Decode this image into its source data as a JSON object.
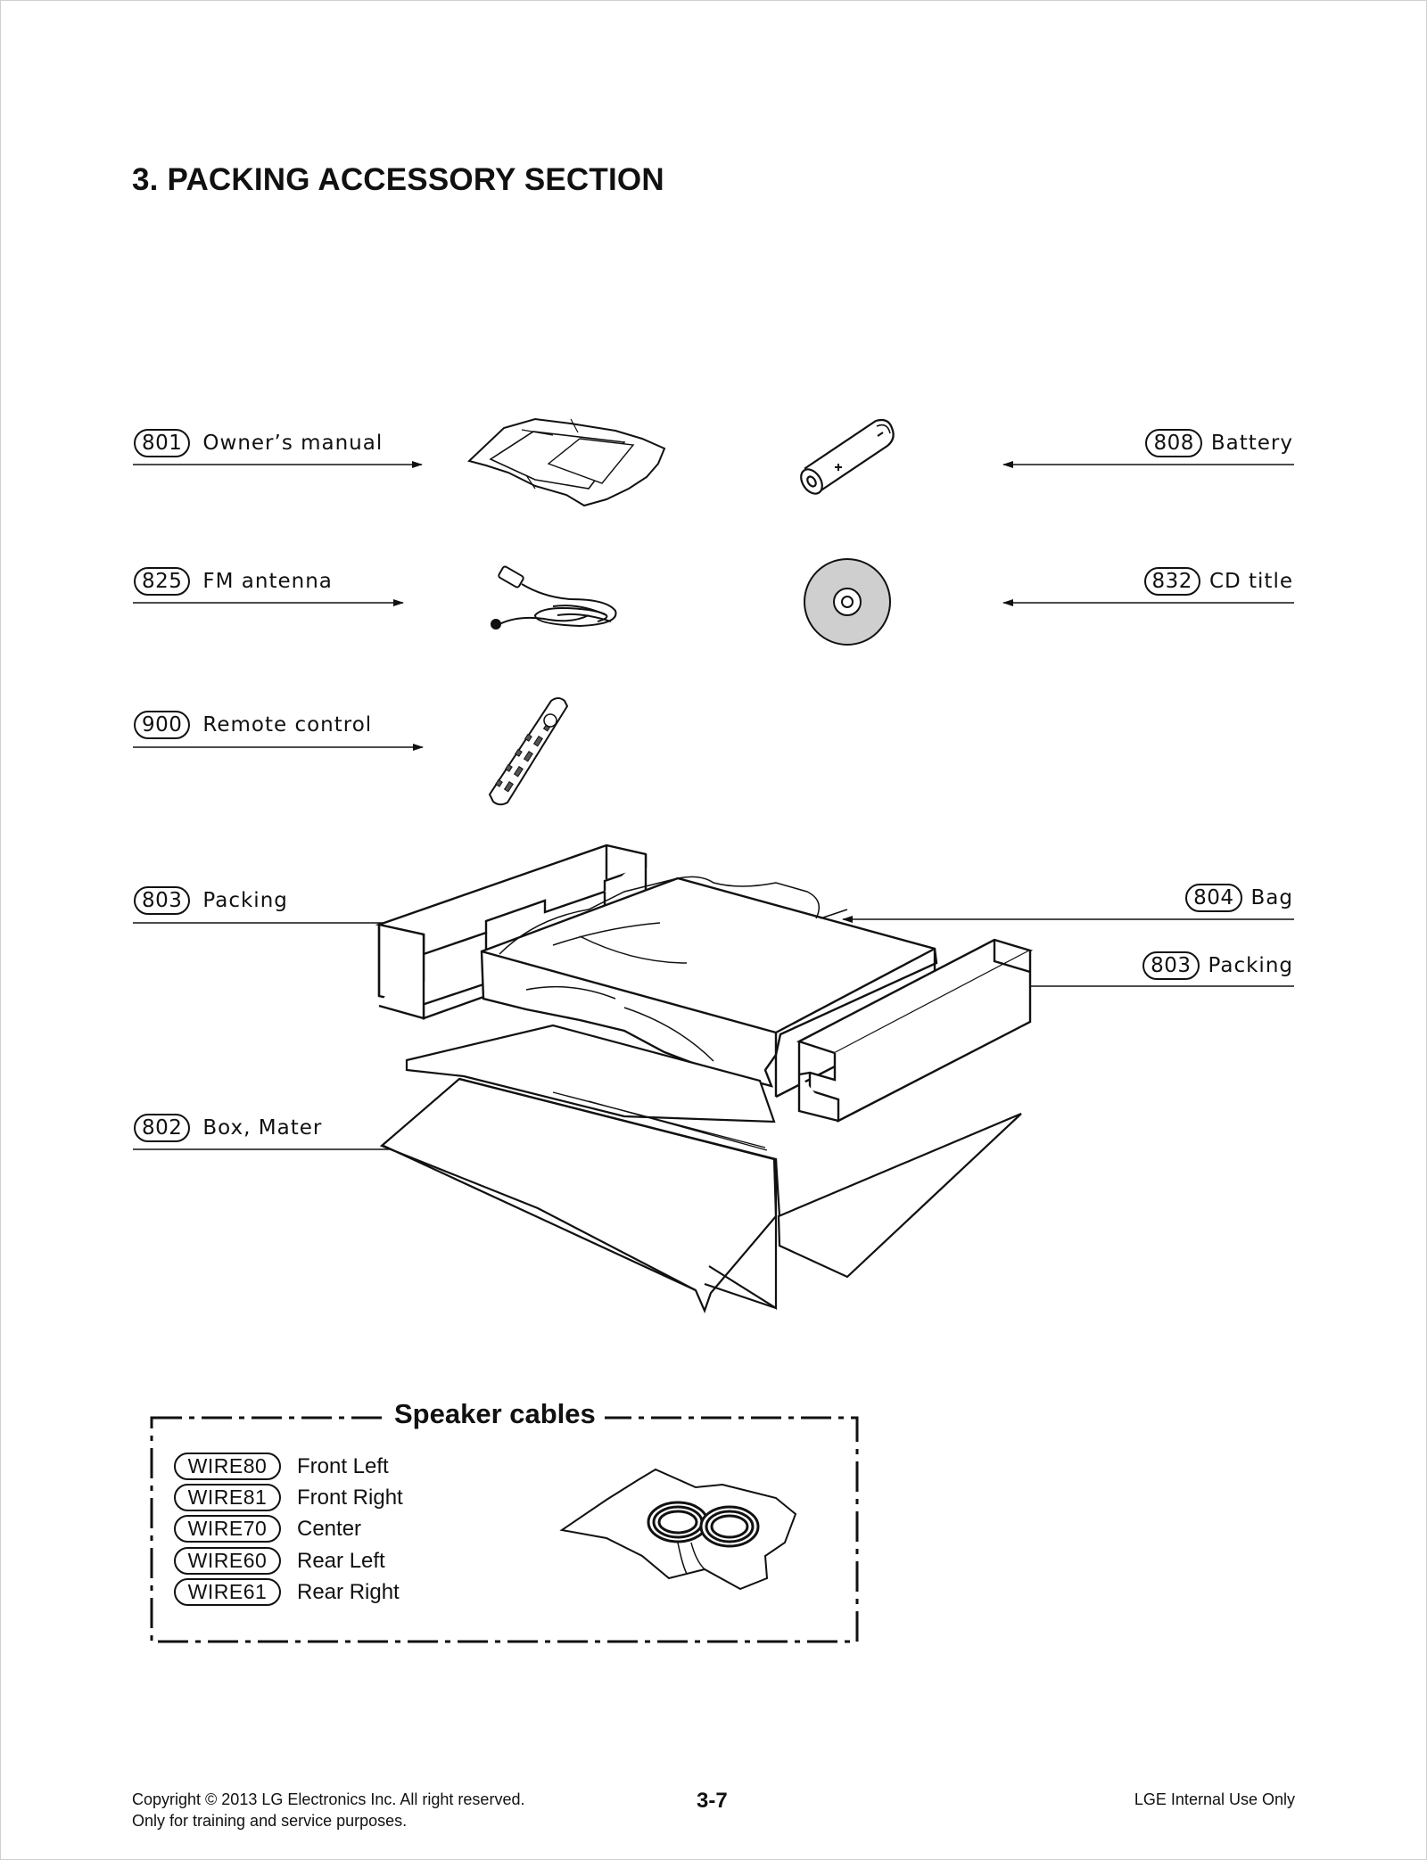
{
  "page": {
    "title": "3. PACKING ACCESSORY SECTION"
  },
  "callouts": [
    {
      "code": "801",
      "label": "Owner’s manual"
    },
    {
      "code": "808",
      "label": "Battery"
    },
    {
      "code": "825",
      "label": "FM antenna"
    },
    {
      "code": "832",
      "label": "CD title"
    },
    {
      "code": "900",
      "label": "Remote control"
    },
    {
      "code": "803",
      "label": "Packing"
    },
    {
      "code": "804",
      "label": "Bag"
    },
    {
      "code": "803",
      "label": "Packing"
    },
    {
      "code": "802",
      "label": "Box, Mater"
    }
  ],
  "speaker_cables": {
    "title": "Speaker cables",
    "items": [
      {
        "code": "WIRE80",
        "label": "Front Left"
      },
      {
        "code": "WIRE81",
        "label": "Front Right"
      },
      {
        "code": "WIRE70",
        "label": "Center"
      },
      {
        "code": "WIRE60",
        "label": "Rear Left"
      },
      {
        "code": "WIRE61",
        "label": "Rear Right"
      }
    ]
  },
  "footer": {
    "copyright": "Copyright © 2013 LG Electronics Inc. All right reserved.",
    "note": "Only for training and service purposes.",
    "page_number": "3-7",
    "confidential": "LGE Internal Use Only"
  }
}
